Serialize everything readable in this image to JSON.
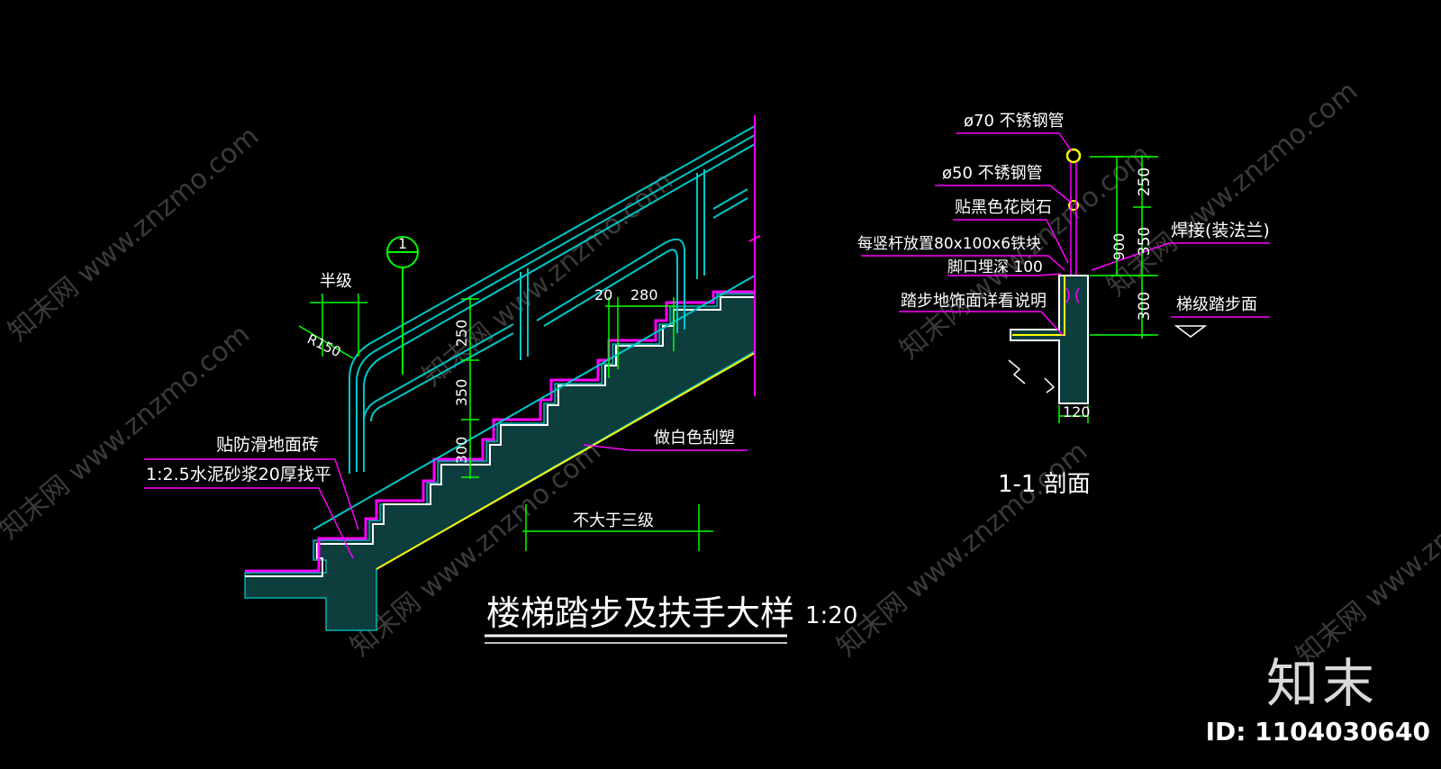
{
  "watermark": "znzmo.com",
  "watermark_cn": "知末网 www.znzmo.com",
  "main_view": {
    "title": "楼梯踏步及扶手大样",
    "scale": "1:20",
    "section_mark": "1",
    "half_step_label": "半级",
    "radius_label": "R150",
    "dims": {
      "d250": "250",
      "d350": "350",
      "d300": "300",
      "d20": "20",
      "d280": "280"
    },
    "note_tile": "贴防滑地面砖",
    "note_mortar": "1:2.5水泥砂浆20厚找平",
    "note_plaster": "做白色刮塑",
    "note_max_steps": "不大于三级"
  },
  "section_view": {
    "title": "1-1 剖面",
    "callout_pipe70": "ø70 不锈钢管",
    "callout_pipe50": "ø50 不锈钢管",
    "callout_granite": "贴黑色花岗石",
    "callout_iron": "每竖杆放置80x100x6铁块",
    "callout_embed": "脚口埋深 100",
    "callout_floor": "踏步地饰面详看说明",
    "callout_weld": "焊接(装法兰)",
    "callout_tread": "梯级踏步面",
    "dims": {
      "d250": "250",
      "d350": "350",
      "d300": "300",
      "d900": "900",
      "d120": "120"
    }
  },
  "branding": {
    "logo": "知末",
    "image_id": "ID: 1104030640"
  },
  "colors": {
    "cyan": "#00c8c8",
    "magenta": "#ff00ff",
    "green": "#00ff00",
    "white": "#ffffff",
    "yellow": "#ffff00",
    "hatch": "#00b4b4"
  }
}
